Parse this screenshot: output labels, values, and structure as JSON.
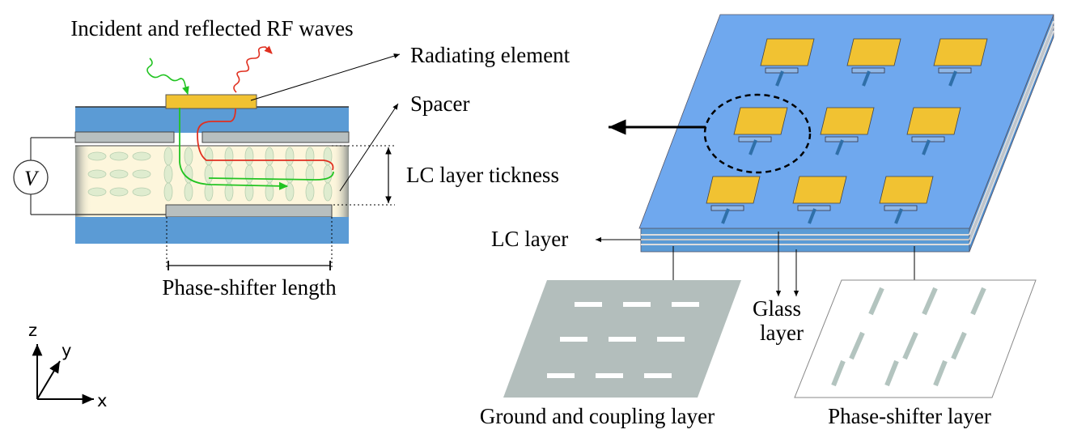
{
  "labels": {
    "incident_waves": "Incident and reflected RF waves",
    "radiating_element": "Radiating element",
    "spacer": "Spacer",
    "lc_thickness": "LC layer tickness",
    "phase_shifter_length": "Phase-shifter length",
    "voltage_symbol": "V",
    "lc_layer": "LC layer",
    "glass_layer_line1": "Glass",
    "glass_layer_line2": "layer",
    "ground_coupling_layer": "Ground and coupling layer",
    "phase_shifter_layer": "Phase-shifter layer"
  },
  "axes": {
    "z": "z",
    "y": "y",
    "x": "x"
  },
  "colors": {
    "substrate_blue": "#5b9bd5",
    "panel_blue": "#6fa8ee",
    "patch_yellow": "#f1c232",
    "lc_fill": "#fdf6dc",
    "electrode_gray": "#b8bfbf",
    "ground_plate_gray": "#b3bebc",
    "incident_wave": "#22c422",
    "reflected_wave": "#e03020",
    "feed_line": "#2f6fa8"
  },
  "antenna_grid": {
    "rows": 3,
    "cols": 3
  }
}
